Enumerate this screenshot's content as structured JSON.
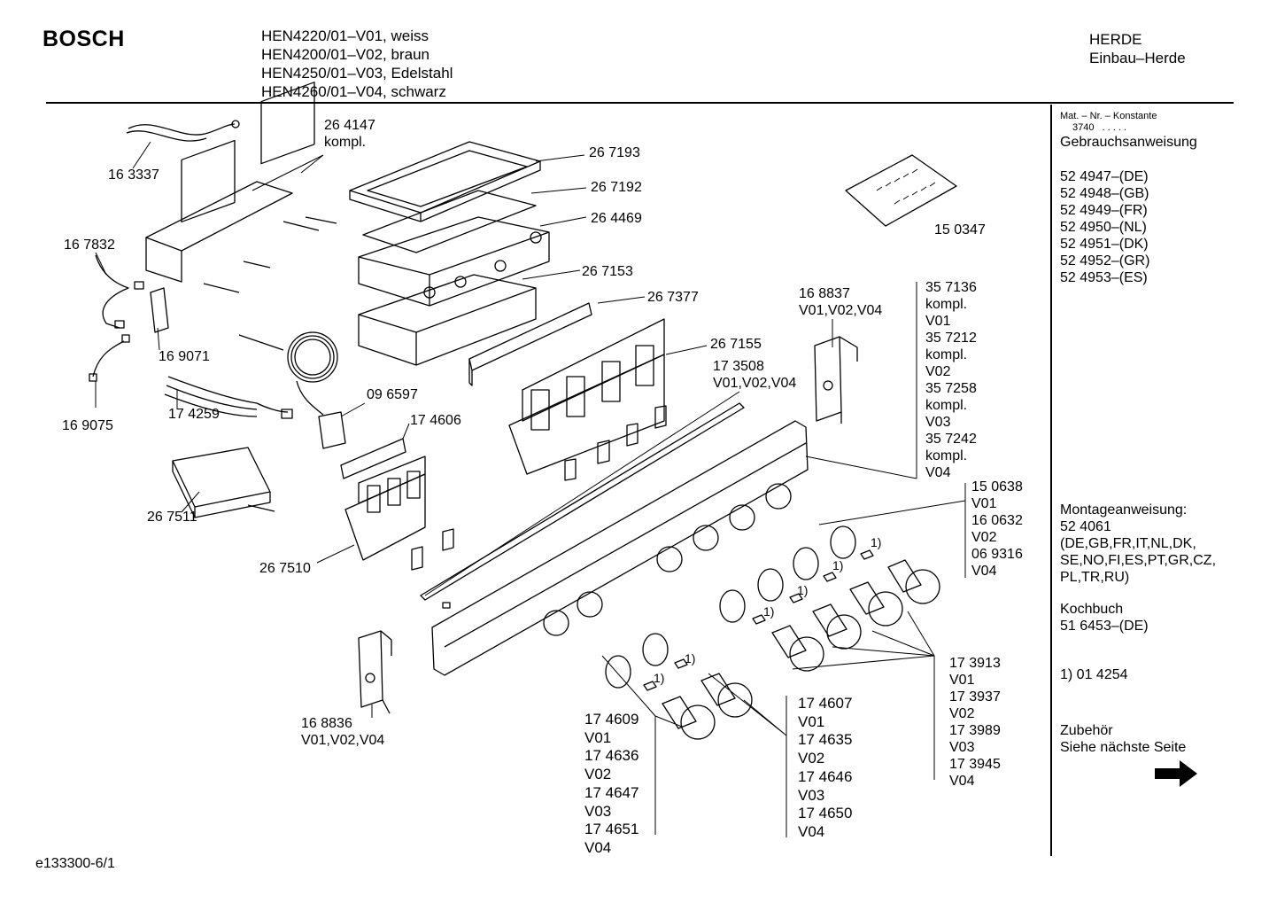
{
  "header": {
    "brand": "BOSCH",
    "models": [
      "HEN4220/01–V01, weiss",
      "HEN4200/01–V02, braun",
      "HEN4250/01–V03, Edelstahl",
      "HEN4260/01–V04, schwarz"
    ],
    "category": "HERDE",
    "subcategory": "Einbau–Herde"
  },
  "parts": [
    {
      "id": "p1",
      "lines": [
        "26 4147",
        "kompl."
      ]
    },
    {
      "id": "p2",
      "lines": [
        "16 3337"
      ]
    },
    {
      "id": "p3",
      "lines": [
        "26 7193"
      ]
    },
    {
      "id": "p4",
      "lines": [
        "26 7192"
      ]
    },
    {
      "id": "p5",
      "lines": [
        "26 4469"
      ]
    },
    {
      "id": "p6",
      "lines": [
        "26 7153"
      ]
    },
    {
      "id": "p7",
      "lines": [
        "26 7377"
      ]
    },
    {
      "id": "p8",
      "lines": [
        "16 7832"
      ]
    },
    {
      "id": "p9",
      "lines": [
        "16 9071"
      ]
    },
    {
      "id": "p10",
      "lines": [
        "16 9075"
      ]
    },
    {
      "id": "p11",
      "lines": [
        "17 4259"
      ]
    },
    {
      "id": "p12",
      "lines": [
        "09 6597"
      ]
    },
    {
      "id": "p13",
      "lines": [
        "17 4606"
      ]
    },
    {
      "id": "p14",
      "lines": [
        "26 7511"
      ]
    },
    {
      "id": "p15",
      "lines": [
        "26 7510"
      ]
    },
    {
      "id": "p16",
      "lines": [
        "26 7155"
      ]
    },
    {
      "id": "p17",
      "lines": [
        "17 3508",
        "V01,V02,V04"
      ]
    },
    {
      "id": "p18",
      "lines": [
        "15 0347"
      ]
    },
    {
      "id": "p19",
      "lines": [
        "16 8837",
        "V01,V02,V04"
      ]
    },
    {
      "id": "p20",
      "lines": [
        "35 7136",
        "kompl.",
        "V01",
        "35 7212",
        "kompl.",
        "V02",
        "35 7258",
        "kompl.",
        "V03",
        "35 7242",
        "kompl.",
        "V04"
      ]
    },
    {
      "id": "p21",
      "lines": [
        "15 0638",
        "V01",
        "16 0632",
        "V02",
        "06 9316",
        "V04"
      ]
    },
    {
      "id": "p22",
      "lines": [
        "16 8836",
        "V01,V02,V04"
      ]
    },
    {
      "id": "p23",
      "lines": [
        "17 3913",
        "V01",
        "17 3937",
        "V02",
        "17 3989",
        "V03",
        "17 3945",
        "V04"
      ]
    },
    {
      "id": "p24",
      "lines": [
        "17 4607",
        "V01",
        "17 4635",
        "V02",
        "17 4646",
        "V03",
        "17 4650",
        "V04"
      ]
    },
    {
      "id": "p25",
      "lines": [
        "17 4609",
        "V01",
        "17 4636",
        "V02",
        "17 4647",
        "V03",
        "17 4651",
        "V04"
      ]
    }
  ],
  "footnote_marker": "1)",
  "sidebar": {
    "konstante_label": "Mat. – Nr. – Konstante",
    "konstante_value": "3740",
    "konstante_dots": ". . . . .",
    "gebrauch_title": "Gebrauchsanweisung",
    "gebrauch_items": [
      "52 4947–(DE)",
      "52 4948–(GB)",
      "52 4949–(FR)",
      "52 4950–(NL)",
      "52 4951–(DK)",
      "52 4952–(GR)",
      "52 4953–(ES)"
    ],
    "montage_title": "Montageanweisung:",
    "montage_number": "52 4061",
    "montage_langs": [
      "(DE,GB,FR,IT,NL,DK,",
      "SE,NO,FI,ES,PT,GR,CZ,",
      "PL,TR,RU)"
    ],
    "kochbuch_title": "Kochbuch",
    "kochbuch_number": "51 6453–(DE)",
    "note": "1)  01 4254",
    "zubehoer_title": "Zubehör",
    "zubehoer_text": "Siehe nächste Seite",
    "arrow_icon": "right-arrow-icon"
  },
  "footer": {
    "ref": "e133300-6/1"
  }
}
